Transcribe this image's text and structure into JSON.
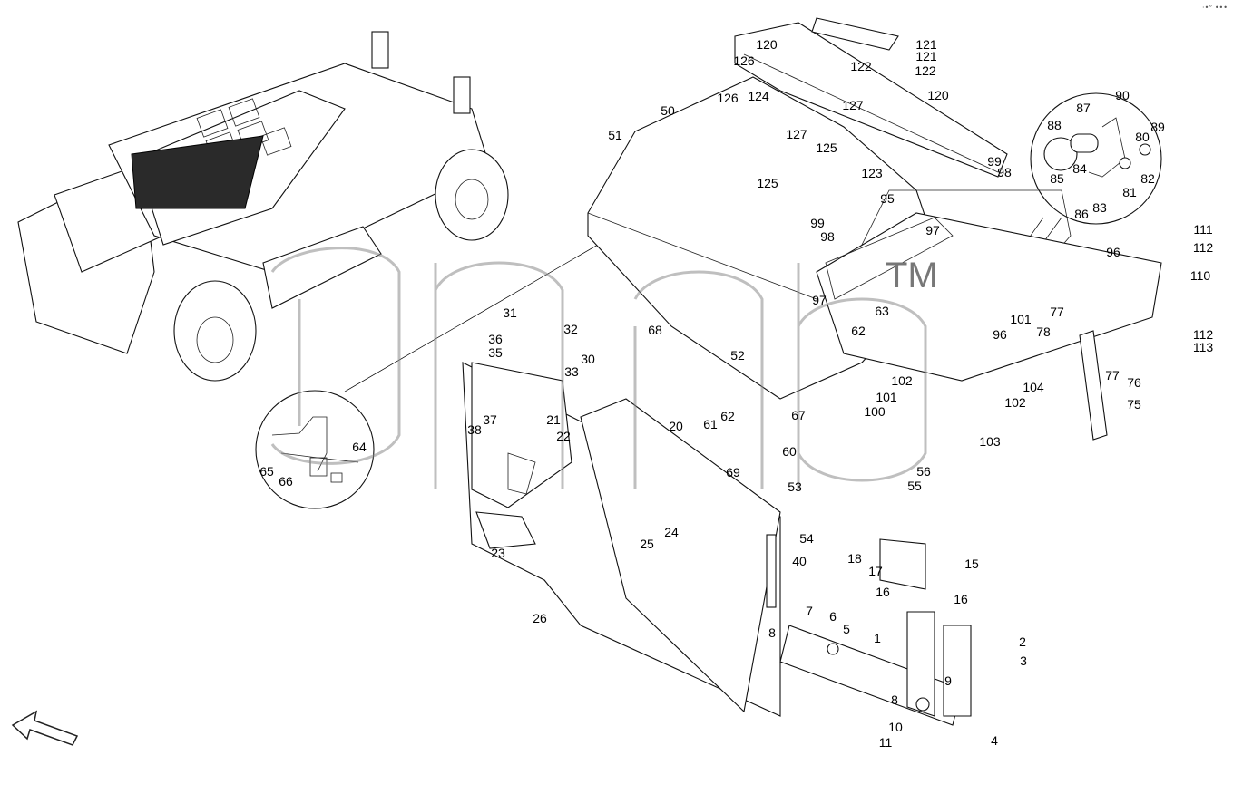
{
  "diagram": {
    "watermark": {
      "text": "TM"
    },
    "corner_mark": "·•° •••",
    "callouts": [
      "120",
      "121",
      "121",
      "122",
      "122",
      "120",
      "126",
      "126",
      "124",
      "127",
      "127",
      "125",
      "125",
      "51",
      "50",
      "123",
      "99",
      "98",
      "95",
      "99",
      "98",
      "97",
      "96",
      "111",
      "112",
      "110",
      "112",
      "113",
      "88",
      "87",
      "90",
      "89",
      "80",
      "84",
      "82",
      "85",
      "81",
      "86",
      "83",
      "77",
      "78",
      "97",
      "62",
      "63",
      "101",
      "96",
      "104",
      "102",
      "101",
      "102",
      "100",
      "103",
      "77",
      "76",
      "75",
      "31",
      "32",
      "36",
      "35",
      "30",
      "33",
      "68",
      "52",
      "37",
      "21",
      "38",
      "22",
      "20",
      "61",
      "62",
      "69",
      "67",
      "60",
      "64",
      "65",
      "66",
      "56",
      "55",
      "53",
      "54",
      "23",
      "18",
      "17",
      "15",
      "16",
      "16",
      "24",
      "25",
      "40",
      "26",
      "7",
      "8",
      "6",
      "5",
      "1",
      "2",
      "3",
      "9",
      "8",
      "10",
      "11",
      "4"
    ]
  }
}
